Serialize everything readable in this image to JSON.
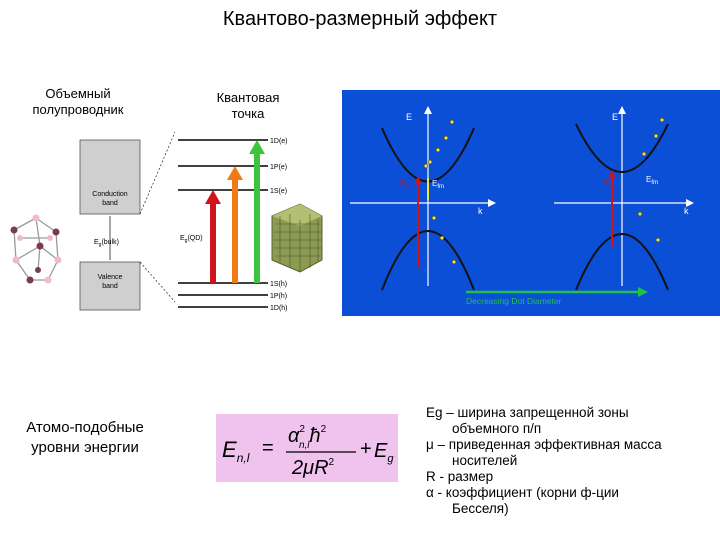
{
  "title": "Квантово-размерный эффект",
  "bulk_label_1": "Объемный",
  "bulk_label_2": "полупроводник",
  "qd_label_1": "Квантовая",
  "qd_label_2": "точка",
  "band_diagram": {
    "conduction_1": "Conduction",
    "conduction_2": "band",
    "valence_1": "Valence",
    "valence_2": "band",
    "eg_bulk": "E",
    "eg_bulk_sub": "g",
    "eg_bulk_suffix": "(bulk)",
    "eg_qd": "E",
    "eg_qd_sub": "g",
    "eg_qd_suffix": "(QD)",
    "levels_upper": [
      "1D(e)",
      "1P(e)",
      "1S(e)"
    ],
    "levels_lower": [
      "1S(h)",
      "1P(h)",
      "1D(h)"
    ]
  },
  "dispersion": {
    "e_axis": "E",
    "k_axis": "k",
    "eg_label": "E",
    "eg_sub": "g",
    "efm_label": "E",
    "efm_sub": "fm",
    "arrow_caption": "Decreasing Dot Diameter",
    "colors": {
      "panel_bg": "#0a4fd6",
      "curve": "#111111",
      "axis": "#ffffff",
      "arrow": "#21c04a",
      "dot": "#f2e23a"
    }
  },
  "atom_label_1": "Атомо-подобные",
  "atom_label_2": "уровни энергии",
  "formula": {
    "lhs": "E",
    "lhs_sub": "n,l",
    "eq": "=",
    "num_a": "α",
    "num_exp": "2",
    "num_sub": "n,l",
    "num_hbar": "ħ",
    "num_exp2": "2",
    "den": "2μR",
    "den_exp": "2",
    "plus": "+",
    "eg": "E",
    "eg_sub": "g",
    "bg_color": "#f0c2ee"
  },
  "legend": [
    {
      "first": "Eg – ширина запрещенной зоны",
      "rest": "объемного п/п"
    },
    {
      "first": "μ – приведенная эффективная масса",
      "rest": "носителей"
    },
    {
      "first": "R - размер",
      "rest": ""
    },
    {
      "first": "α - коэффициент (корни ф-ции",
      "rest": "Бесселя)"
    }
  ]
}
